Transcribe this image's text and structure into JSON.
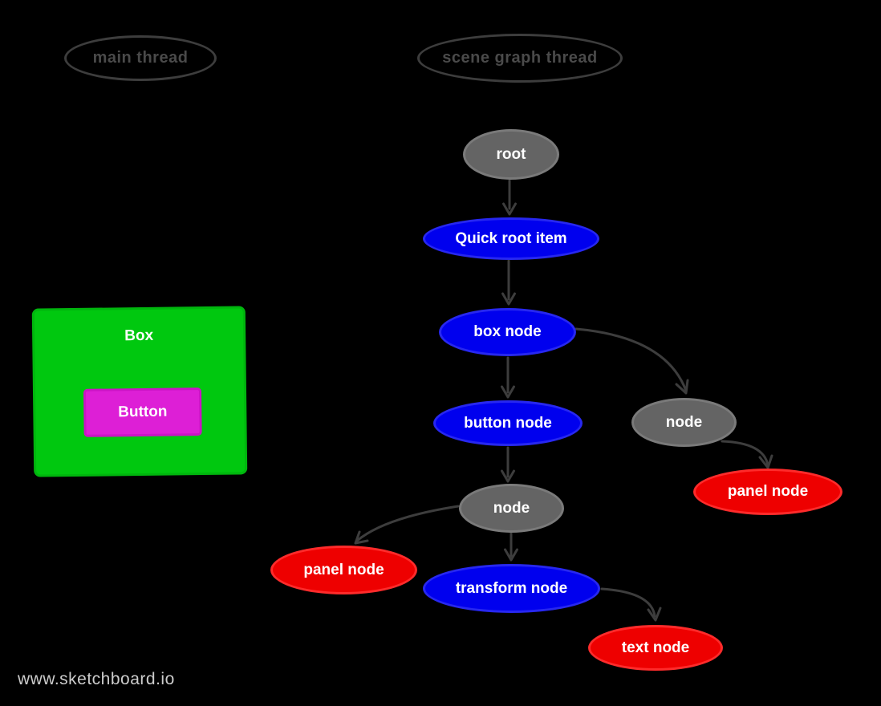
{
  "page": {
    "background": "#000000",
    "watermark": "www.sketchboard.io"
  },
  "thread_labels": {
    "main": "main thread",
    "scene_graph": "scene graph thread"
  },
  "ui_preview": {
    "box_label": "Box",
    "button_label": "Button",
    "box_fill": "#00c80f",
    "button_fill": "#dd1fd6"
  },
  "scene_graph": {
    "node_colors": {
      "blue": "#0000ee",
      "gray": "#646464",
      "red": "#ee0000"
    },
    "edge_color": "#3d3d3d",
    "nodes": [
      {
        "id": "root",
        "label": "root",
        "color": "gray"
      },
      {
        "id": "quick-root-item",
        "label": "Quick root item",
        "color": "blue"
      },
      {
        "id": "box-node",
        "label": "box node",
        "color": "blue"
      },
      {
        "id": "button-node",
        "label": "button node",
        "color": "blue"
      },
      {
        "id": "node-right",
        "label": "node",
        "color": "gray"
      },
      {
        "id": "panel-node-right",
        "label": "panel node",
        "color": "red"
      },
      {
        "id": "node-center",
        "label": "node",
        "color": "gray"
      },
      {
        "id": "panel-node-left",
        "label": "panel node",
        "color": "red"
      },
      {
        "id": "transform-node",
        "label": "transform node",
        "color": "blue"
      },
      {
        "id": "text-node",
        "label": "text node",
        "color": "red"
      }
    ],
    "edges": [
      {
        "from": "root",
        "to": "quick-root-item"
      },
      {
        "from": "quick-root-item",
        "to": "box-node"
      },
      {
        "from": "box-node",
        "to": "button-node"
      },
      {
        "from": "box-node",
        "to": "node-right"
      },
      {
        "from": "node-right",
        "to": "panel-node-right"
      },
      {
        "from": "button-node",
        "to": "node-center"
      },
      {
        "from": "node-center",
        "to": "panel-node-left"
      },
      {
        "from": "node-center",
        "to": "transform-node"
      },
      {
        "from": "transform-node",
        "to": "text-node"
      }
    ]
  }
}
